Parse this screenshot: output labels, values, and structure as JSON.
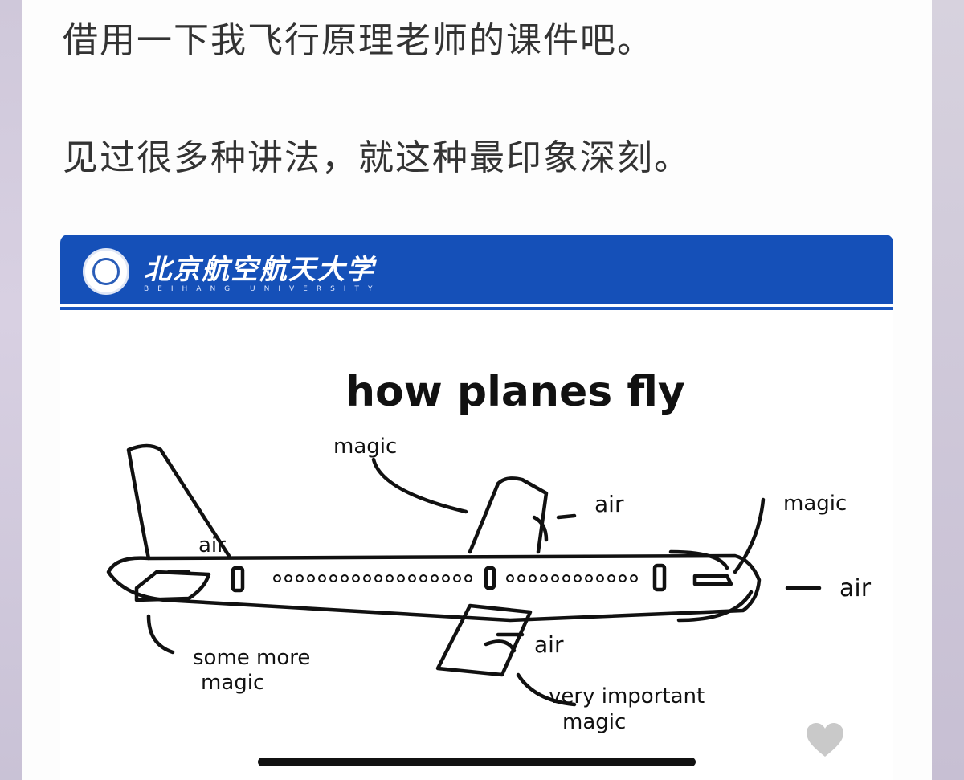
{
  "post": {
    "line1": "借用一下我飞行原理老师的课件吧。",
    "line2": "见过很多种讲法，就这种最印象深刻。"
  },
  "slide": {
    "university_cn": "北京航空航天大学",
    "university_en": "BEIHANG UNIVERSITY",
    "title": "how planes fly",
    "labels": {
      "magic_top": "magic",
      "air_wing": "air",
      "magic_nose": "magic",
      "air_nose": "air",
      "air_tail": "air",
      "air_lower_wing": "air",
      "some_more_magic_1": "some more",
      "some_more_magic_2": "magic",
      "very_important_1": "very important",
      "very_important_2": "magic"
    }
  },
  "icons": [
    "heart-icon"
  ],
  "colors": {
    "header_blue": "#1550b8",
    "heart_gray": "#c9c9c9"
  }
}
